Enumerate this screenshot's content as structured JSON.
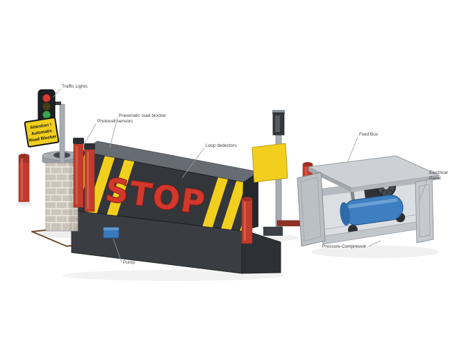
{
  "scene": {
    "stop_text": "STOP",
    "warning_sign_lines": [
      "Attention !",
      "Automatic",
      "Road Blocker"
    ]
  },
  "labels": {
    "traffic_lights": "Traffic Lights",
    "photocell_sensors": "Photocell sensors",
    "pneumatic_road_blocker": "Pneumatic road blocker",
    "loop_detectors": "Loop dedectors",
    "field_box": "Field Box",
    "electrical_panel": [
      "Electrical",
      "Panel"
    ],
    "pressure_compressor": "Pressure Compressor",
    "pump": "Pump"
  },
  "colors": {
    "hazard_yellow": "#f2cf1d",
    "stop_red": "#d2382b",
    "bollard_red": "#c23b2c",
    "blocker_dark": "#33363b",
    "compressor_blue": "#3e7fc1",
    "box_gray": "#cdd1d5",
    "sign_yellow": "#f2cf1d"
  }
}
